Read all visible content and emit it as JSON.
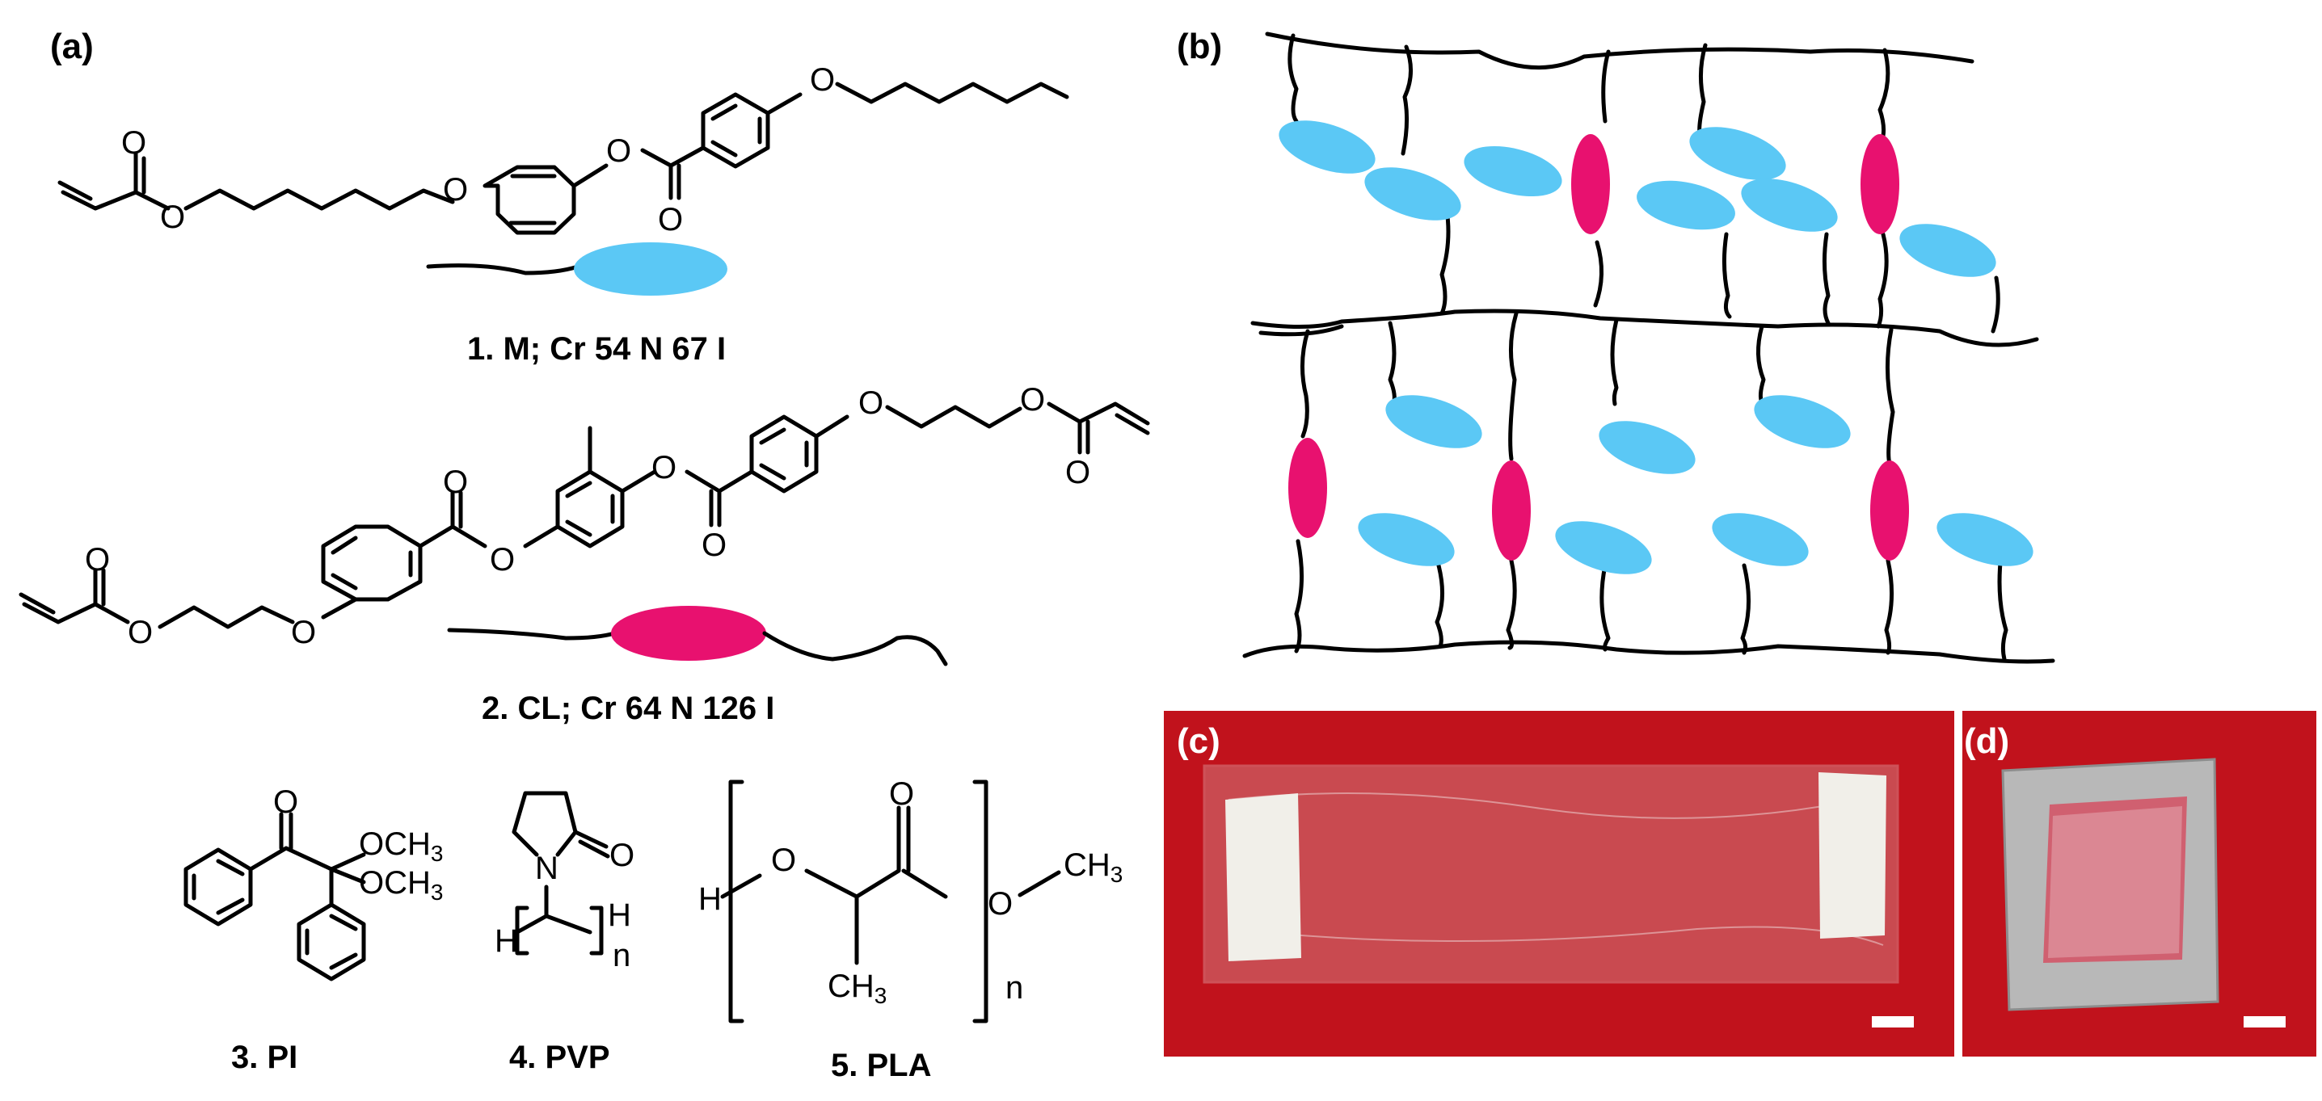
{
  "panels": {
    "a": "(a)",
    "b": "(b)",
    "c": "(c)",
    "d": "(d)"
  },
  "compounds": {
    "m_label": "1. M; Cr 54 N 67 I",
    "cl_label": "2. CL; Cr 64 N 126 I",
    "pi_label": "3. PI",
    "pvp_label": "4. PVP",
    "pla_label": "5. PLA"
  },
  "atoms": {
    "O": "O",
    "N": "N",
    "H": "H",
    "n": "n",
    "OCH3": "OCH",
    "CH3": "CH",
    "sub3": "3"
  },
  "colors": {
    "mesogen_M": "#5bc8f5",
    "mesogen_CL": "#e8116f",
    "photo_bg": "#c1121c"
  }
}
